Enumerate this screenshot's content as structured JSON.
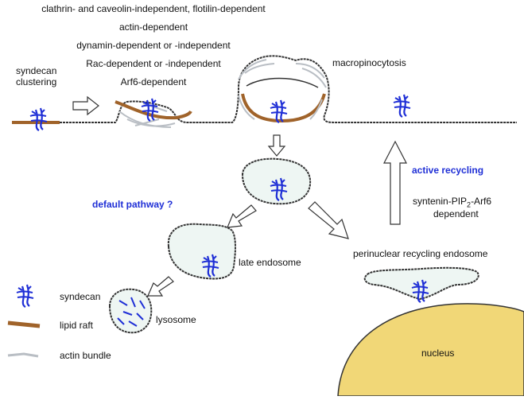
{
  "conditions": [
    "clathrin- and caveolin-independent, flotilin-dependent",
    "actin-dependent",
    "dynamin-dependent or -independent",
    "Rac-dependent or -independent",
    "Arf6-dependent"
  ],
  "labels": {
    "syndecan_clustering_1": "syndecan",
    "syndecan_clustering_2": "clustering",
    "macropinocytosis": "macropinocytosis",
    "default_pathway": "default pathway ?",
    "late_endosome": "late endosome",
    "lysosome": "lysosome",
    "active_recycling": "active recycling",
    "syntenin_prefix": "syntenin-PIP",
    "syntenin_sub": "2",
    "syntenin_suffix": "-Arf6",
    "syntenin_line2": "dependent",
    "perinuclear": "perinuclear recycling endosome",
    "nucleus": "nucleus"
  },
  "legend": [
    {
      "label": "syndecan",
      "icon": "syndecan-icon"
    },
    {
      "label": "lipid raft",
      "icon": "lipid-raft-icon"
    },
    {
      "label": "actin bundle",
      "icon": "actin-bundle-icon"
    }
  ],
  "colors": {
    "syndecan": "#1f2fd6",
    "lipid_raft": "#a0632a",
    "actin": "#b9bec4",
    "endosome_fill": "#eef6f3",
    "nucleus": "#f1d777",
    "emphasis_text": "#1f2fd6"
  }
}
